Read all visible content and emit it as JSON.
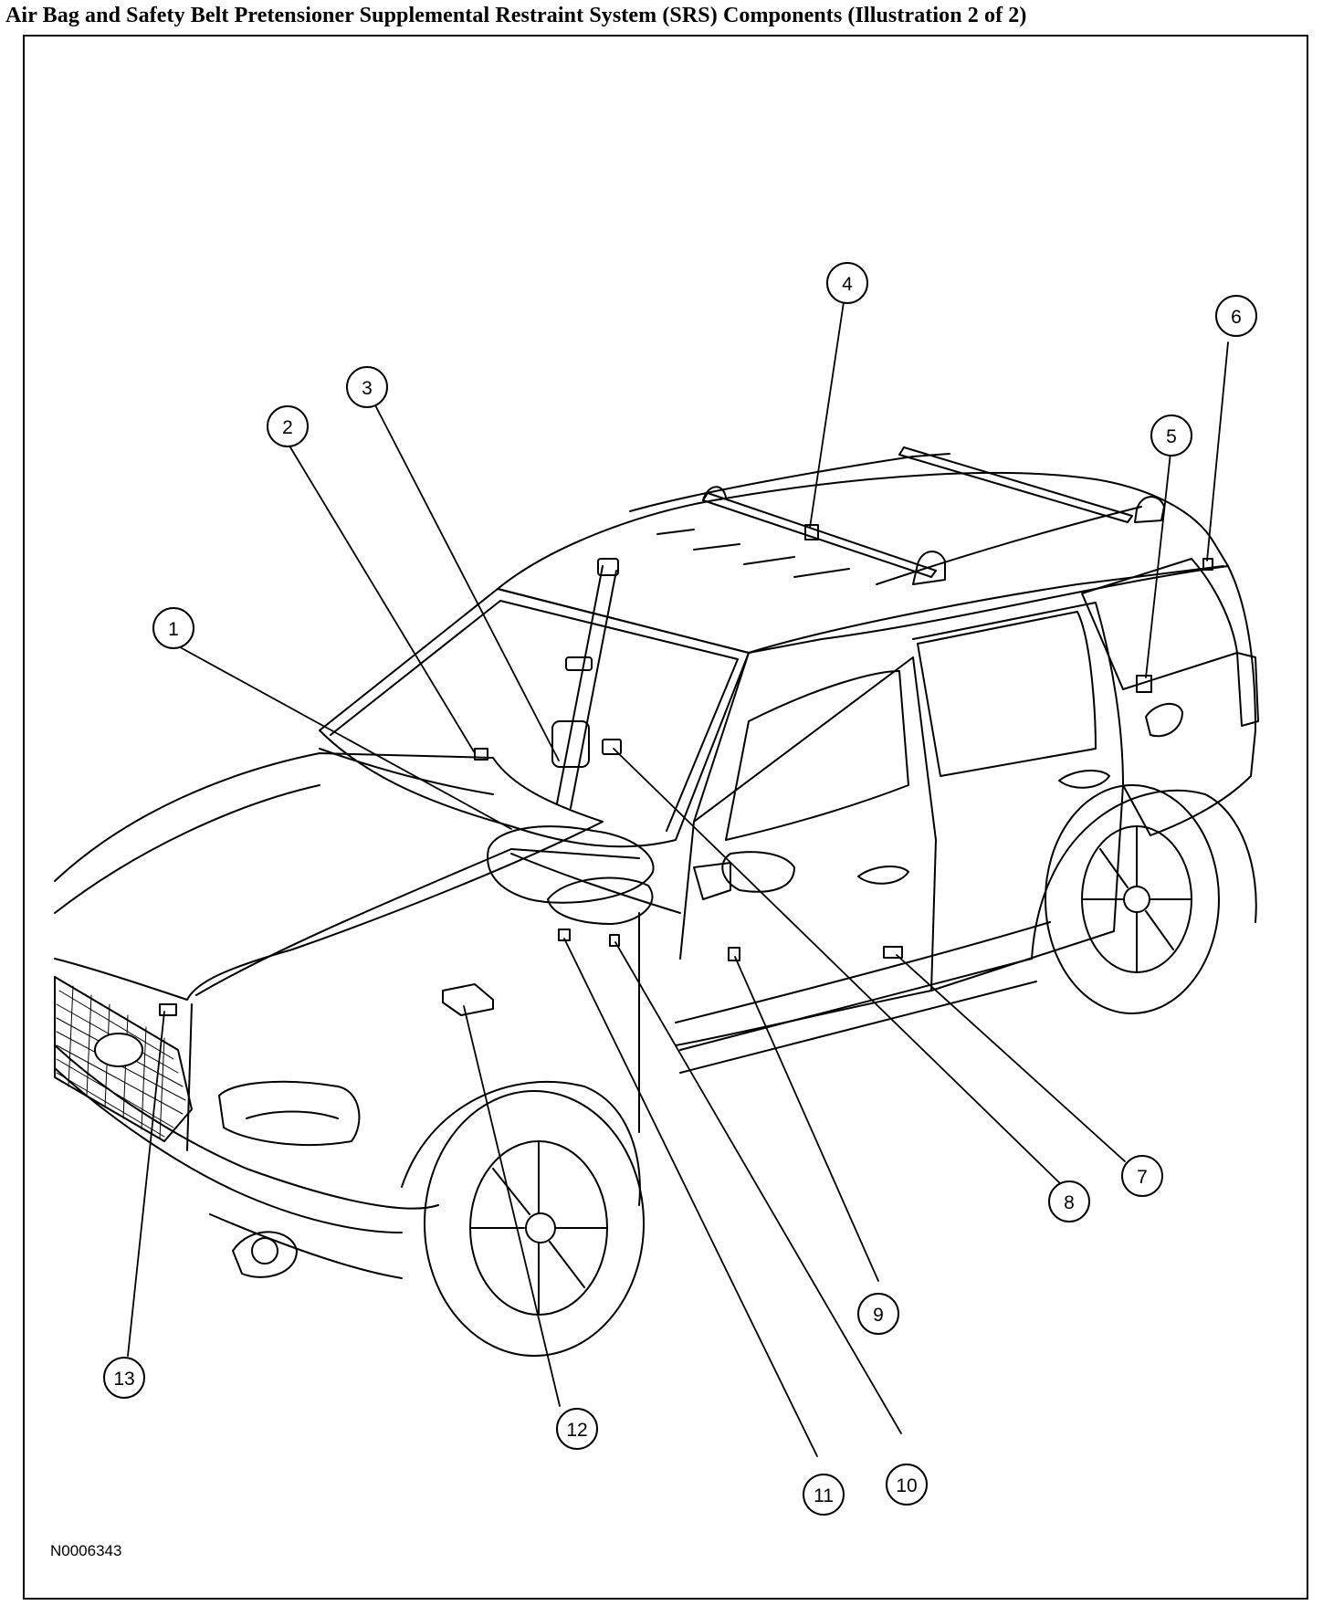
{
  "title": "Air Bag and Safety Belt Pretensioner Supplemental Restraint System (SRS) Components (Illustration 2 of 2)",
  "document_id": "N0006343",
  "callouts": [
    "1",
    "2",
    "3",
    "4",
    "5",
    "6",
    "7",
    "8",
    "9",
    "10",
    "11",
    "12",
    "13"
  ]
}
